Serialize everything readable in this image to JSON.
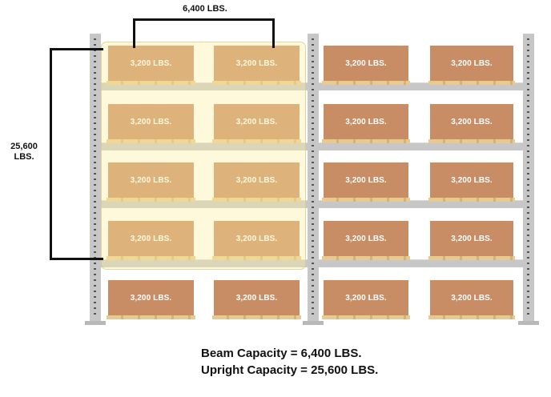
{
  "annotations": {
    "beam_load": "6,400 LBS.",
    "upright_load_line1": "25,600",
    "upright_load_line2": "LBS."
  },
  "pallet_label": "3,200 LBS.",
  "captions": {
    "beam": "Beam Capacity = 6,400 LBS.",
    "upright": "Upright Capacity = 25,600 LBS."
  },
  "colors": {
    "box": "#c98d65",
    "pallet": "#e9c98d",
    "rack": "#c7c7c7",
    "highlight": "#fff0a0",
    "bracket": "#111111"
  },
  "rack": {
    "bays": 2,
    "levels": 5,
    "boxes_per_bay_level": 2,
    "load_per_box_lbs": 3200,
    "beam_capacity_lbs": 6400,
    "upright_capacity_lbs": 25600,
    "highlighted_bay": 1,
    "highlighted_levels": 4
  }
}
